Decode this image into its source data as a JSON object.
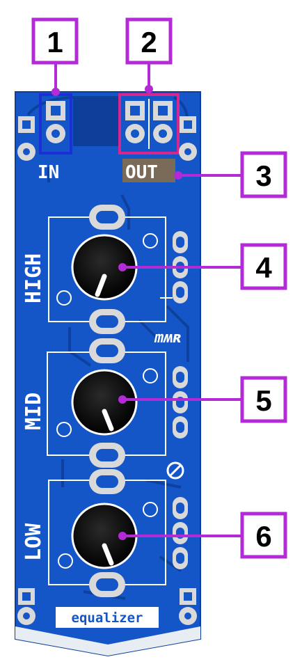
{
  "callouts": [
    {
      "number": "1",
      "target": "input-jack-pads"
    },
    {
      "number": "2",
      "target": "output-jack-pads"
    },
    {
      "number": "3",
      "target": "out-label"
    },
    {
      "number": "4",
      "target": "high-knob"
    },
    {
      "number": "5",
      "target": "mid-knob"
    },
    {
      "number": "6",
      "target": "low-knob"
    }
  ],
  "board": {
    "in_label": "IN",
    "out_label": "OUT",
    "bands": [
      {
        "label": "HIGH"
      },
      {
        "label": "MID"
      },
      {
        "label": "LOW"
      }
    ],
    "logo_text": "mʍʀ",
    "footer_label": "equalizer"
  },
  "colors": {
    "pcb_blue": "#1456c8",
    "pcb_dark_blue": "#0d3f9a",
    "silkscreen": "#ffffff",
    "callout_purple": "#b32bd6",
    "callout_fill": "#ffffff",
    "in_highlight": "#1a2fd6",
    "out_highlight": "#d6268f",
    "out_label_bg": "#7a6a58",
    "pad_silver": "#d9d9d9"
  }
}
